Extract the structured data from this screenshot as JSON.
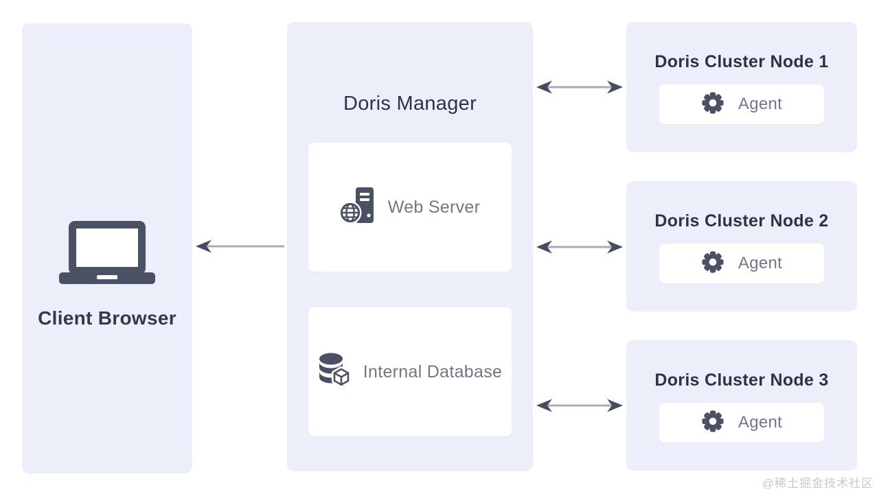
{
  "colors": {
    "panel_bg": "#ECEFFA",
    "card_bg": "#FFFFFF",
    "icon_dark": "#4A5164",
    "title_dark": "#2B3347",
    "secondary_text": "#6F7789",
    "arrow_line": "#A9ABB2",
    "arrow_head": "#454C60",
    "watermark_gray": "#C8CAD3"
  },
  "client_panel": {
    "icon": "laptop-icon",
    "label": "Client Browser"
  },
  "manager_panel": {
    "title": "Doris Manager",
    "components": [
      {
        "icon": "web-server-icon",
        "label": "Web Server"
      },
      {
        "icon": "database-icon",
        "label": "Internal Database"
      }
    ]
  },
  "cluster_nodes": [
    {
      "title": "Doris Cluster Node 1",
      "agent_icon": "gear-icon",
      "agent_label": "Agent"
    },
    {
      "title": "Doris Cluster Node 2",
      "agent_icon": "gear-icon",
      "agent_label": "Agent"
    },
    {
      "title": "Doris Cluster Node 3",
      "agent_icon": "gear-icon",
      "agent_label": "Agent"
    }
  ],
  "connections": [
    {
      "from": "manager",
      "to": "client",
      "type": "single-arrow-left"
    },
    {
      "from": "manager",
      "to": "node-1",
      "type": "double-arrow"
    },
    {
      "from": "manager",
      "to": "node-2",
      "type": "double-arrow"
    },
    {
      "from": "manager",
      "to": "node-3",
      "type": "double-arrow"
    }
  ],
  "watermark": "@稀土掘金技术社区"
}
